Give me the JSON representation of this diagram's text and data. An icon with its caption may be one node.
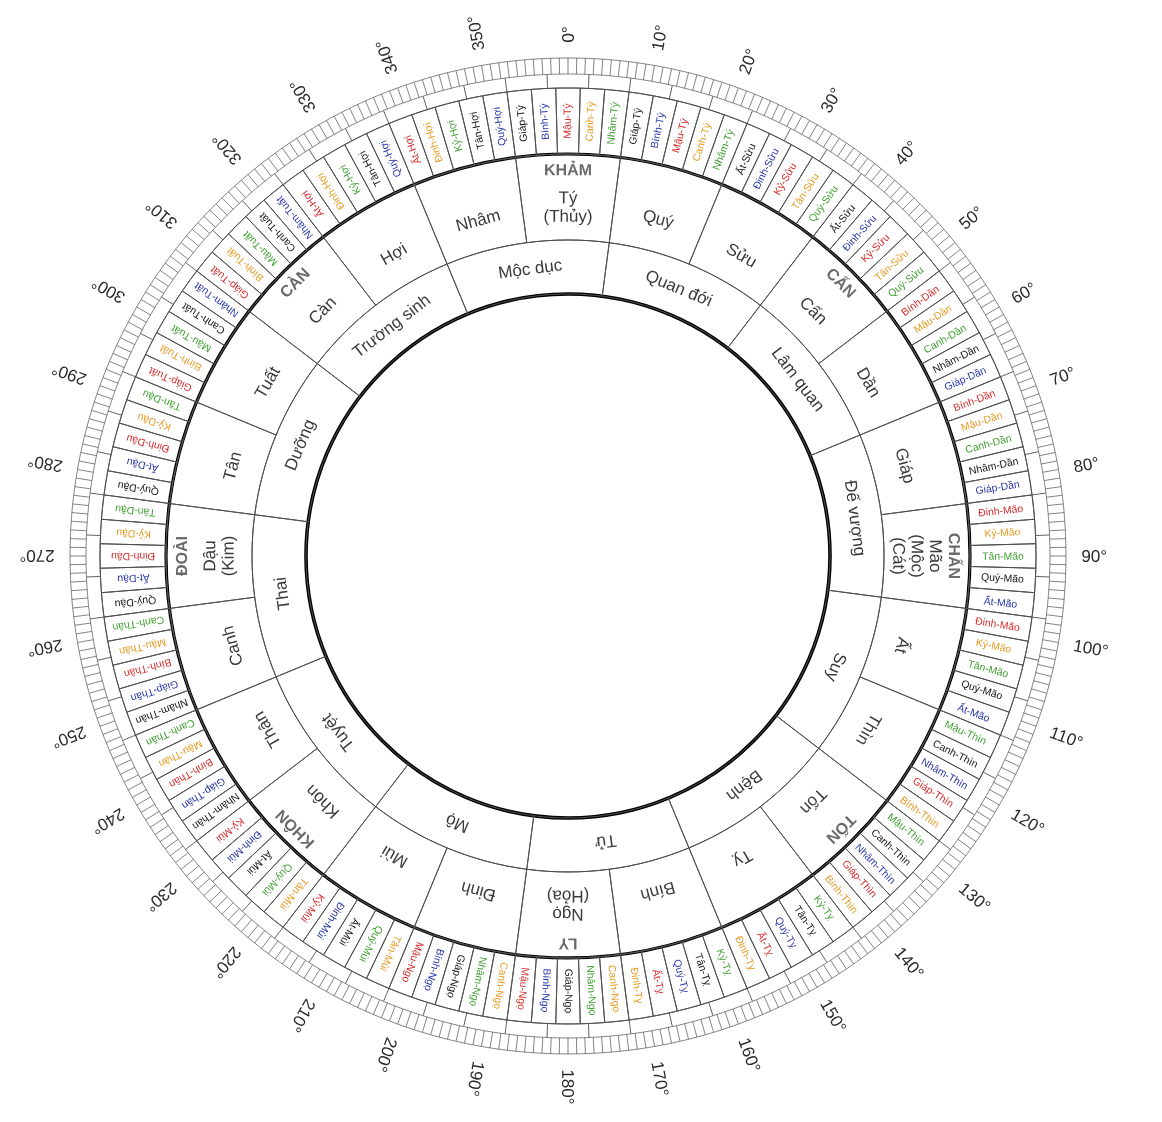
{
  "diagram": {
    "nodes": [
      {
        "text": [
          "Mộc dục"
        ]
      },
      {
        "text": [
          "Quan đới"
        ]
      },
      {
        "text": [
          "Lâm quan"
        ]
      },
      {
        "text": [
          "Đế vượng"
        ]
      },
      {
        "text": [
          "Suy"
        ]
      },
      {
        "text": [
          "Bệnh"
        ]
      },
      {
        "text": [
          "Tử"
        ]
      },
      {
        "text": [
          "Mộ"
        ]
      },
      {
        "text": [
          "Tuyệt"
        ]
      },
      {
        "text": [
          "Thai"
        ]
      },
      {
        "text": [
          "Dưỡng"
        ]
      },
      {
        "text": [
          "Trường sinh"
        ]
      },
      {
        "text": [
          "Tý (Thủy)"
        ]
      },
      {
        "text": [
          "Quý"
        ]
      },
      {
        "text": [
          "Sửu"
        ]
      },
      {
        "text": [
          "Cấn"
        ]
      },
      {
        "text": [
          "Dần"
        ]
      },
      {
        "text": [
          "Giáp"
        ]
      },
      {
        "text": [
          "Mão (Mộc) (Cát)"
        ]
      },
      {
        "text": [
          "Ất"
        ]
      },
      {
        "text": [
          "Thìn"
        ]
      },
      {
        "text": [
          "Tốn"
        ]
      },
      {
        "text": [
          "Tỵ"
        ]
      },
      {
        "text": [
          "Bính"
        ]
      },
      {
        "text": [
          "Ngọ (Hỏa)"
        ]
      },
      {
        "text": [
          "Đinh"
        ]
      },
      {
        "text": [
          "Mùi"
        ]
      },
      {
        "text": [
          "Khôn"
        ]
      },
      {
        "text": [
          "Thân"
        ]
      },
      {
        "text": [
          "Canh"
        ]
      },
      {
        "text": [
          "Dậu (Kim)"
        ]
      },
      {
        "text": [
          "Tân"
        ]
      },
      {
        "text": [
          "Tuất"
        ]
      },
      {
        "text": [
          "Càn"
        ]
      },
      {
        "text": [
          "Hợi"
        ]
      },
      {
        "text": [
          "Nhâm"
        ]
      },
      {
        "text": [
          "Giáp-Tý"
        ]
      },
      {
        "text": [
          "Bính-Tý"
        ]
      },
      {
        "text": [
          "Mậu-Tý"
        ]
      },
      {
        "text": [
          "Canh-Tý"
        ]
      },
      {
        "text": [
          "Nhâm-Tý"
        ]
      },
      {
        "text": [
          "Giáp-Tý"
        ]
      },
      {
        "text": [
          "Bính-Tý"
        ]
      },
      {
        "text": [
          "Mậu-Tý"
        ]
      },
      {
        "text": [
          "Canh-Tý"
        ]
      },
      {
        "text": [
          "Nhâm-Tý"
        ]
      },
      {
        "text": [
          "Ất-Sửu"
        ]
      },
      {
        "text": [
          "Đinh-Sửu"
        ]
      },
      {
        "text": [
          "Kỷ-Sửu"
        ]
      },
      {
        "text": [
          "Tân-Sửu"
        ]
      },
      {
        "text": [
          "Quý-Sửu"
        ]
      },
      {
        "text": [
          "Ất-Sửu"
        ]
      },
      {
        "text": [
          "Đinh-Sửu"
        ]
      },
      {
        "text": [
          "Kỷ-Sửu"
        ]
      },
      {
        "text": [
          "Tân-Sửu"
        ]
      },
      {
        "text": [
          "Quý-Sửu"
        ]
      },
      {
        "text": [
          "Bính-Dần"
        ]
      },
      {
        "text": [
          "Mậu-Dần"
        ]
      },
      {
        "text": [
          "Canh-Dần"
        ]
      },
      {
        "text": [
          "Nhâm-Dần"
        ]
      },
      {
        "text": [
          "Giáp-Dần"
        ]
      },
      {
        "text": [
          "Bính-Dần"
        ]
      },
      {
        "text": [
          "Mậu-Dần"
        ]
      },
      {
        "text": [
          "Canh-Dần"
        ]
      },
      {
        "text": [
          "Nhâm-Dần"
        ]
      },
      {
        "text": [
          "Giáp-Dần"
        ]
      },
      {
        "text": [
          "Đinh-Mão"
        ]
      },
      {
        "text": [
          "Kỷ-Mão"
        ]
      },
      {
        "text": [
          "Tân-Mão"
        ]
      },
      {
        "text": [
          "Quý-Mão"
        ]
      },
      {
        "text": [
          "Ất-Mão"
        ]
      },
      {
        "text": [
          "Đinh-Mão"
        ]
      },
      {
        "text": [
          "Kỷ-Mão"
        ]
      },
      {
        "text": [
          "Tân-Mão"
        ]
      },
      {
        "text": [
          "Quý-Mão"
        ]
      },
      {
        "text": [
          "Ất-Mão"
        ]
      },
      {
        "text": [
          "Mậu-Thìn"
        ]
      },
      {
        "text": [
          "Canh-Thìn"
        ]
      },
      {
        "text": [
          "Nhâm-Thìn"
        ]
      },
      {
        "text": [
          "Giáp-Thìn"
        ]
      },
      {
        "text": [
          "Bính-Thìn"
        ]
      },
      {
        "text": [
          "Mậu-Thìn"
        ]
      },
      {
        "text": [
          "Canh-Thìn"
        ]
      },
      {
        "text": [
          "Nhâm-Thìn"
        ]
      },
      {
        "text": [
          "Giáp-Thìn"
        ]
      },
      {
        "text": [
          "Bính-Thìn"
        ]
      },
      {
        "text": [
          "Kỷ-Tỵ"
        ]
      },
      {
        "text": [
          "Tân-Tỵ"
        ]
      },
      {
        "text": [
          "Quý-Tỵ"
        ]
      },
      {
        "text": [
          "Ất-Tỵ"
        ]
      },
      {
        "text": [
          "Đinh-Tỵ"
        ]
      },
      {
        "text": [
          "Kỷ-Tỵ"
        ]
      },
      {
        "text": [
          "Tân-Tỵ"
        ]
      },
      {
        "text": [
          "Quý-Tỵ"
        ]
      },
      {
        "text": [
          "Ất-Tỵ"
        ]
      },
      {
        "text": [
          "Đinh-Tỵ"
        ]
      },
      {
        "text": [
          "Canh-Ngọ"
        ]
      },
      {
        "text": [
          "Nhâm-Ngọ"
        ]
      },
      {
        "text": [
          "Giáp-Ngọ"
        ]
      },
      {
        "text": [
          "Bính-Ngọ"
        ]
      },
      {
        "text": [
          "Mậu-Ngọ"
        ]
      },
      {
        "text": [
          "Canh-Ngọ"
        ]
      },
      {
        "text": [
          "Nhâm-Ngọ"
        ]
      },
      {
        "text": [
          "Giáp-Ngọ"
        ]
      },
      {
        "text": [
          "Bính-Ngọ"
        ]
      },
      {
        "text": [
          "Mậu-Ngọ"
        ]
      },
      {
        "text": [
          "Tân-Mùi"
        ]
      },
      {
        "text": [
          "Quý-Mùi"
        ]
      },
      {
        "text": [
          "Ất-Mùi"
        ]
      },
      {
        "text": [
          "Đinh-Mùi"
        ]
      },
      {
        "text": [
          "Kỷ-Mùi"
        ]
      },
      {
        "text": [
          "Tân-Mùi"
        ]
      },
      {
        "text": [
          "Quý-Mùi"
        ]
      },
      {
        "text": [
          "Ất-Mùi"
        ]
      },
      {
        "text": [
          "Đinh-Mùi"
        ]
      },
      {
        "text": [
          "Kỷ-Mùi"
        ]
      },
      {
        "text": [
          "Nhâm-Thân"
        ]
      },
      {
        "text": [
          "Giáp-Thân"
        ]
      },
      {
        "text": [
          "Bính-Thân"
        ]
      },
      {
        "text": [
          "Mậu-Thân"
        ]
      },
      {
        "text": [
          "Canh-Thân"
        ]
      },
      {
        "text": [
          "Nhâm-Thân"
        ]
      },
      {
        "text": [
          "Giáp-Thân"
        ]
      },
      {
        "text": [
          "Bính-Thân"
        ]
      },
      {
        "text": [
          "Mậu-Thân"
        ]
      },
      {
        "text": [
          "Canh-Thân"
        ]
      },
      {
        "text": [
          "Quý-Dậu"
        ]
      },
      {
        "text": [
          "Ất-Dậu"
        ]
      },
      {
        "text": [
          "Đinh-Dậu"
        ]
      },
      {
        "text": [
          "Kỷ-Dậu"
        ]
      },
      {
        "text": [
          "Tân-Dậu"
        ]
      },
      {
        "text": [
          "Quý-Dậu"
        ]
      },
      {
        "text": [
          "Ất-Dậu"
        ]
      },
      {
        "text": [
          "Đinh-Dậu"
        ]
      },
      {
        "text": [
          "Kỷ-Dậu"
        ]
      },
      {
        "text": [
          "Tân-Dậu"
        ]
      },
      {
        "text": [
          "Giáp-Tuất"
        ]
      },
      {
        "text": [
          "Bính-Tuất"
        ]
      },
      {
        "text": [
          "Mậu-Tuất"
        ]
      },
      {
        "text": [
          "Canh-Tuất"
        ]
      },
      {
        "text": [
          "Nhâm-Tuất"
        ]
      },
      {
        "text": [
          "Giáp-Tuất"
        ]
      },
      {
        "text": [
          "Bính-Tuất"
        ]
      },
      {
        "text": [
          "Mậu-Tuất"
        ]
      },
      {
        "text": [
          "Canh-Tuất"
        ]
      },
      {
        "text": [
          "Nhâm-Tuất"
        ]
      },
      {
        "text": [
          "Ất-Hợi"
        ]
      },
      {
        "text": [
          "Đinh-Hợi"
        ]
      },
      {
        "text": [
          "Kỷ-Hợi"
        ]
      },
      {
        "text": [
          "Tân-Hợi"
        ]
      },
      {
        "text": [
          "Quý-Hợi"
        ]
      },
      {
        "text": [
          "Ất-Hợi"
        ]
      },
      {
        "text": [
          "Đinh-Hợi"
        ]
      },
      {
        "text": [
          "Kỷ-Hợi"
        ]
      },
      {
        "text": [
          "Tân-Hợi"
        ]
      },
      {
        "text": [
          "Quý-Hợi"
        ]
      }
    ],
    "labels": [
      "0°",
      "10°",
      "20°",
      "30°",
      "40°",
      "50°",
      "60°",
      "70°",
      "80°",
      "90°",
      "100°",
      "110°",
      "120°",
      "130°",
      "140°",
      "150°",
      "160°",
      "170°",
      "180°",
      "190°",
      "200°",
      "210°",
      "220°",
      "230°",
      "240°",
      "250°",
      "260°",
      "270°",
      "280°",
      "290°",
      "300°",
      "310°",
      "320°",
      "330°",
      "340°",
      "350°",
      "KHẢM",
      "CẤN",
      "CHẤN",
      "TỐN",
      "LY",
      "KHÔN",
      "ĐOÀI",
      "CÀN"
    ]
  }
}
